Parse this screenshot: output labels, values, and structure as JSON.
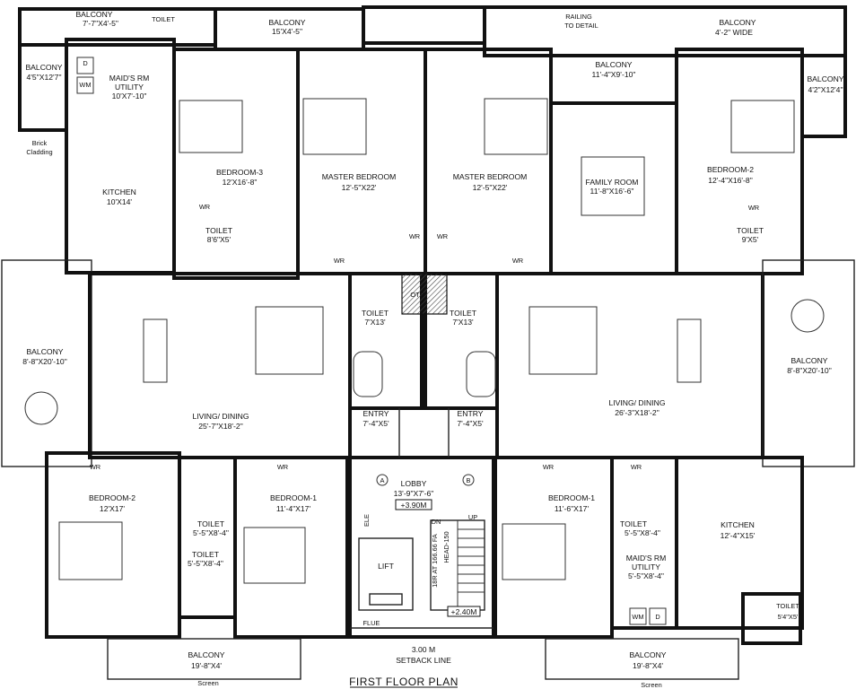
{
  "plan_title": "FIRST FLOOR PLAN",
  "rooms": {
    "balcony_top_left_small": {
      "name": "BALCONY",
      "dim": "7'-7\"X4'-5\""
    },
    "toilet_top_left": {
      "name": "TOILET"
    },
    "balcony_top_1": {
      "name": "BALCONY",
      "dim": "15'X4'-5\""
    },
    "railing_note": {
      "line1": "RAILING",
      "line2": "TO DETAIL"
    },
    "balcony_top_right": {
      "name": "BALCONY",
      "dim": "4'-2\" WIDE"
    },
    "balcony_left_upper": {
      "name": "BALCONY",
      "dim": "4'5\"X12'7\""
    },
    "maids_left": {
      "name": "MAID'S RM",
      "sub": "UTILITY",
      "dim": "10'X7'-10\""
    },
    "balcony_mid_right": {
      "name": "BALCONY",
      "dim": "11'-4\"X9'-10\""
    },
    "balcony_right_upper": {
      "name": "BALCONY",
      "dim": "4'2\"X12'4\""
    },
    "brick_note": {
      "line1": "Brick",
      "line2": "Cladding"
    },
    "bedroom3": {
      "name": "BEDROOM-3",
      "dim": "12'X16'-8\""
    },
    "master_left": {
      "name": "MASTER BEDROOM",
      "dim": "12'-5\"X22'"
    },
    "master_right": {
      "name": "MASTER BEDROOM",
      "dim": "12'-5\"X22'"
    },
    "family_room": {
      "name": "FAMILY ROOM",
      "dim": "11'-8\"X16'-6\""
    },
    "bedroom2_right": {
      "name": "BEDROOM-2",
      "dim": "12'-4\"X16'-8\""
    },
    "kitchen_left": {
      "name": "KITCHEN",
      "dim": "10'X14'"
    },
    "toilet_b3": {
      "name": "TOILET",
      "dim": "8'6\"X5'"
    },
    "toilet_b2r": {
      "name": "TOILET",
      "dim": "9'X5'"
    },
    "ots": {
      "name": "OTS"
    },
    "toilet_center_left": {
      "name": "TOILET",
      "dim": "7'X13'"
    },
    "toilet_center_right": {
      "name": "TOILET",
      "dim": "7'X13'"
    },
    "balcony_left_lower": {
      "name": "BALCONY",
      "dim": "8'-8\"X20'-10\""
    },
    "balcony_right_lower": {
      "name": "BALCONY",
      "dim": "8'-8\"X20'-10\""
    },
    "living_left": {
      "name": "LIVING/ DINING",
      "dim": "25'-7\"X18'-2\""
    },
    "living_right": {
      "name": "LIVING/ DINING",
      "dim": "26'-3\"X18'-2\""
    },
    "entry_left": {
      "name": "ENTRY",
      "dim": "7'-4\"X5'"
    },
    "entry_right": {
      "name": "ENTRY",
      "dim": "7'-4\"X5'"
    },
    "lobby": {
      "name": "LOBBY",
      "dim": "13'-9\"X7'-6\"",
      "level": "+3.90M"
    },
    "bedroom2_left": {
      "name": "BEDROOM-2",
      "dim": "12'X17'"
    },
    "bedroom1_left": {
      "name": "BEDROOM-1",
      "dim": "11'-4\"X17'"
    },
    "bedroom1_right": {
      "name": "BEDROOM-1",
      "dim": "11'-6\"X17'"
    },
    "toilet_l1": {
      "name": "TOILET",
      "dim": "5'-5\"X8'-4\""
    },
    "toilet_l2": {
      "name": "TOILET",
      "dim": "5'-5\"X8'-4\""
    },
    "toilet_r1": {
      "name": "TOILET",
      "dim": "5'-5\"X8'-4\""
    },
    "maids_right": {
      "name": "MAID'S RM",
      "sub": "UTILITY",
      "dim": "5'-5\"X8'-4\""
    },
    "kitchen_right": {
      "name": "KITCHEN",
      "dim": "12'-4\"X15'"
    },
    "toilet_br": {
      "name": "TOILET",
      "dim": "5'4\"X5'"
    },
    "lift": {
      "name": "LIFT"
    },
    "ele": {
      "name": "ELE"
    },
    "flue": {
      "name": "FLUE"
    },
    "stair": {
      "dn": "DN",
      "up": "UP",
      "treads": "18R AT 166.66 FA",
      "head": "HEAD-150"
    },
    "level_lower": {
      "text": "+2.40M"
    },
    "setback": {
      "line1": "3.00 M",
      "line2": "SETBACK LINE"
    },
    "balcony_bottom_left": {
      "name": "BALCONY",
      "dim": "19'-8\"X4'"
    },
    "balcony_bottom_right": {
      "name": "BALCONY",
      "dim": "19'-8\"X4'"
    },
    "screen_left": {
      "name": "Screen"
    },
    "screen_right": {
      "name": "Screen"
    }
  },
  "markers": {
    "a": "A",
    "b": "B"
  },
  "wardrobe": "WR",
  "appliances": {
    "dryer": "D",
    "washer": "WM"
  }
}
